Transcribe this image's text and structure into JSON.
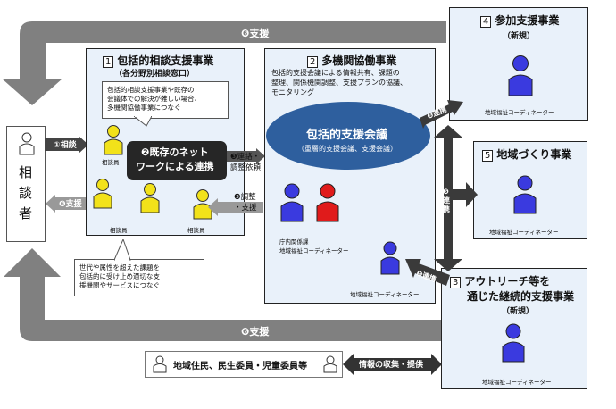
{
  "top_support_label": "❻支援",
  "bottom_support_label": "❻支援",
  "consult_arrow_label": "①相談",
  "support_left_label": "❻支援",
  "consultant": {
    "text": "相\n談\n者"
  },
  "box1": {
    "num": "1",
    "title": "包括的相談支援事業",
    "subtitle": "（各分野別相談窓口）",
    "note": "包括的相談支援事業や既存の\n会議体での解決が難しい場合、\n多機関協働事業につなぐ",
    "network_label": "❷既存のネット\nワークによる連携",
    "staff_label": "相談員"
  },
  "box2": {
    "num": "2",
    "title": "多機関協働事業",
    "description": "包括的支援会議による情報共有、課題の\n整理、関係機関調整、支援プランの協議、\nモニタリング",
    "conference_title": "包括的支援会議",
    "conference_sub": "（重層的支援会議、支援会議）",
    "agency_label": "庁内関係課\n地域福祉コーディネーター",
    "coordinator_label": "地域福祉コーディネーター"
  },
  "link3_label": "❸連絡・\n調整依頼",
  "link3b_label": "❸調整\n・支援",
  "box4": {
    "num": "4",
    "title": "参加支援事業",
    "subtitle": "（新規）",
    "coordinator_label": "地域福祉コーディネーター"
  },
  "box5": {
    "num": "5",
    "title": "地域づくり事業",
    "coordinator_label": "地域福祉コーディネーター"
  },
  "box3": {
    "num": "3",
    "title": "アウトリーチ等を",
    "title2": "通じた継続的支援事業",
    "subtitle": "（新規）",
    "coordinator_label": "地域福祉コーディネーター"
  },
  "link5a_label": "❺連携",
  "link5b_label": "❺\n連\n携",
  "link5c_label": "❺連携",
  "note2": "世代や属性を超えた課題を\n包括的に受け止め適切な支\n援機関やサービスにつなぐ",
  "residents": "地域住民、民生委員・児童委員等",
  "info_label": "情報の収集・提供",
  "colors": {
    "arrow_gray": "#808080",
    "ellipse_blue": "#2e5f9e",
    "person_blue": "#3a3adf",
    "person_red": "#e01b1b",
    "person_yellow": "#f2e21a"
  }
}
